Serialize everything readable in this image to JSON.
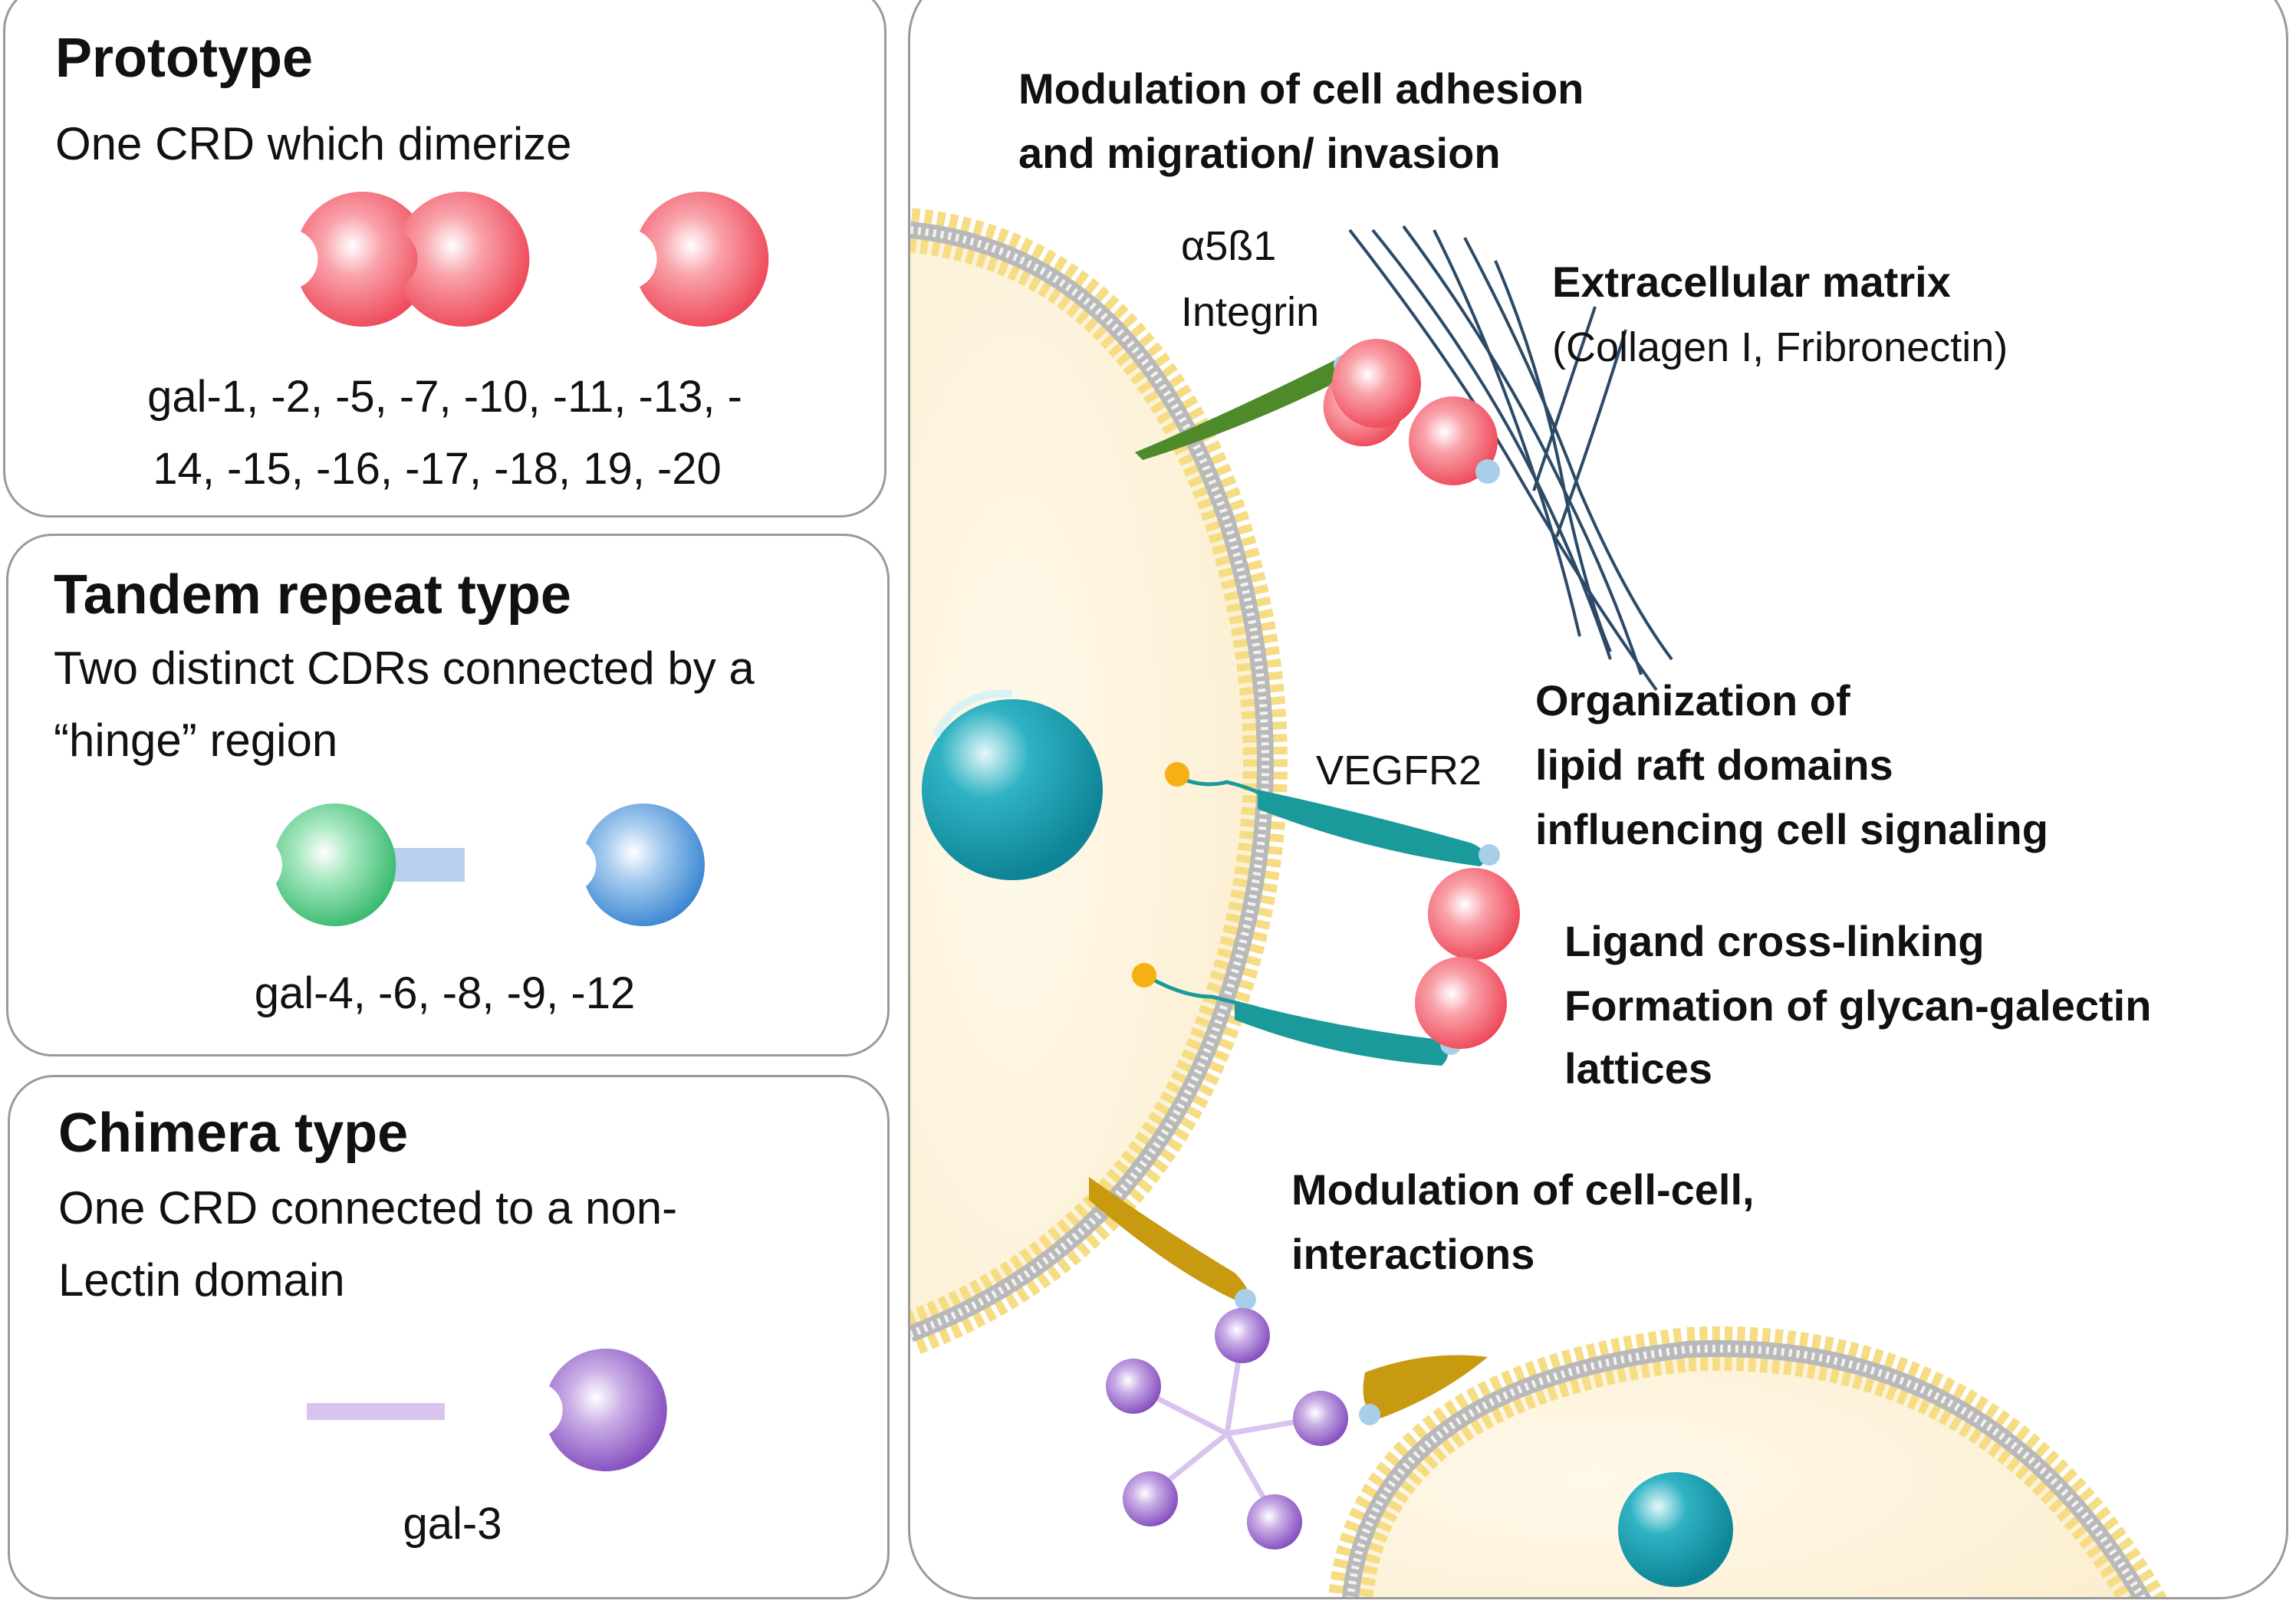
{
  "types": {
    "prototype": {
      "title": "Prototype",
      "description": "One CRD which dimerize",
      "members_line1": "gal-1, -2, -5, -7, -10, -11, -13, -",
      "members_line2": "14, -15, -16, -17, -18, 19, -20"
    },
    "tandem": {
      "title": "Tandem repeat type",
      "description_line1": "Two distinct CDRs connected by a",
      "description_line2": "“hinge” region",
      "members": "gal-4, -6, -8, -9, -12"
    },
    "chimera": {
      "title": "Chimera type",
      "description_line1": "One CRD connected to a non-",
      "description_line2": "Lectin domain",
      "members": "gal-3"
    }
  },
  "functions": {
    "adhesion_line1": "Modulation  of cell adhesion",
    "adhesion_line2": "and migration/  invasion",
    "integrin_line1": "α5ß1",
    "integrin_line2": "Integrin",
    "ecm_title": "Extracellular  matrix",
    "ecm_detail": "(Collagen I, Fribronectin)",
    "vegfr2": "VEGFR2",
    "lipid_line1": "Organization  of",
    "lipid_line2": "lipid raft domains",
    "lipid_line3": "influencing cell signaling",
    "ligand_line1": "Ligand cross-linking",
    "ligand_line2": "Formation  of glycan-galectin",
    "ligand_line3": "lattices",
    "cellcell_line1": "Modulation  of cell-cell,",
    "cellcell_line2": "interactions"
  },
  "colors": {
    "panel_border": "#9a9a9a",
    "galectin_red": "#f05060",
    "galectin_green": "#45c478",
    "galectin_blue": "#3f8fd6",
    "galectin_purple": "#8a56c2",
    "cell_cytoplasm": "#fdf3dc",
    "membrane_head": "#fbeaa0",
    "nucleus": "#1aa6b7",
    "integrin": "#4e8a2a",
    "vegfr2": "#1a9a9a",
    "cadherin": "#c89a10",
    "ecm_fiber": "#2a4a6a"
  }
}
